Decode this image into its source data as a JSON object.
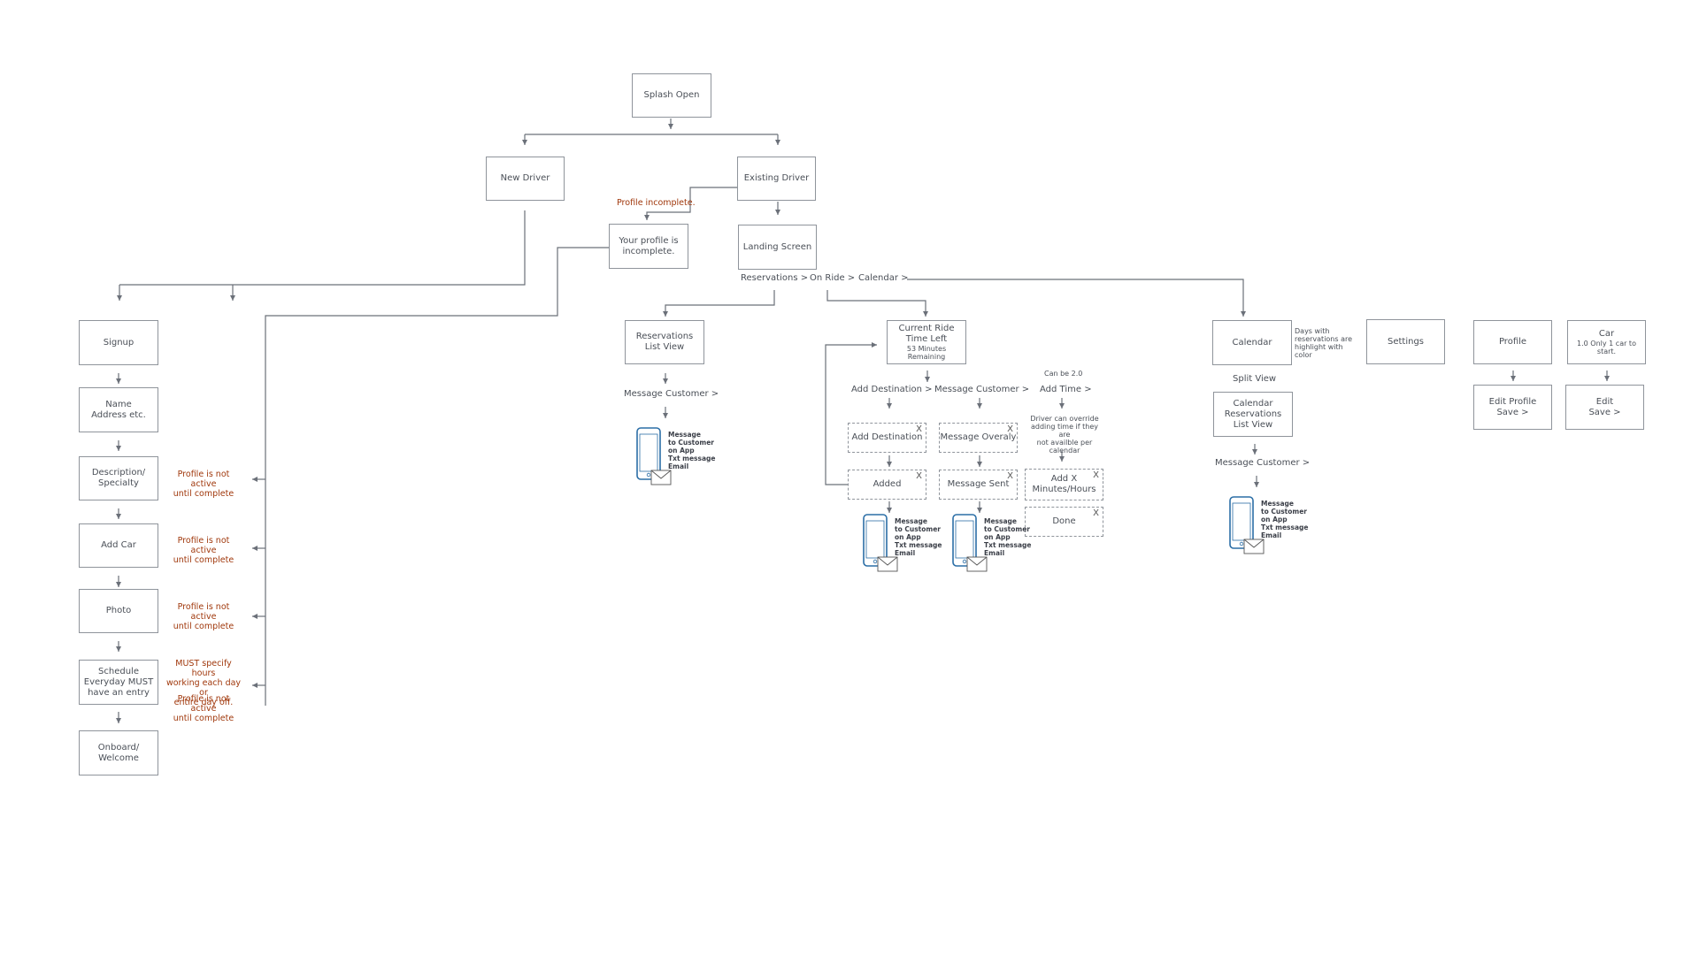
{
  "colors": {
    "line": "#6b7079",
    "border": "#8f949b",
    "warning": "#a0380c",
    "phone": "#2b6ea6"
  },
  "nodes": {
    "splash": "Splash Open",
    "new_driver": "New Driver",
    "existing_driver": "Existing Driver",
    "profile_incomplete": "Your profile is\nincomplete.",
    "landing": "Landing Screen",
    "signup": "Signup",
    "name": "Name\nAddress etc.",
    "description": "Description/\nSpecialty",
    "add_car": "Add Car",
    "photo": "Photo",
    "schedule": "Schedule\nEveryday MUST\nhave an entry",
    "onboard": "Onboard/\nWelcome",
    "reservations_list": "Reservations\nList View",
    "current_ride": "Current Ride\nTime Left",
    "current_ride_sub": "53 Minutes Remaining",
    "add_destination_box": "Add Destination",
    "added": "Added",
    "message_overlay": "Message Overaly",
    "message_sent": "Message Sent",
    "add_x_minutes": "Add X\nMinutes/Hours",
    "done": "Done",
    "calendar": "Calendar",
    "calendar_reservations": "Calendar\nReservations\nList View",
    "settings": "Settings",
    "profile": "Profile",
    "edit_profile": "Edit Profile\nSave >",
    "car": "Car",
    "car_sub": "1.0 Only 1 car to\nstart.",
    "edit_car": "Edit\nSave >",
    "close_mark": "X"
  },
  "labels": {
    "profile_incomplete_note": "Profile incomplete.",
    "reservations_link": "Reservations >",
    "on_ride_link": "On Ride >",
    "calendar_link": "Calendar >",
    "message_customer": "Message Customer >",
    "add_destination": "Add Destination >",
    "add_time": "Add Time >",
    "can_be_20": "Can be 2.0",
    "driver_override": "Driver can override\nadding time if they are\nnot availble per\ncalendar",
    "split_view": "Split View",
    "calendar_note": "Days with\nreservations are\nhighlight with\ncolor"
  },
  "warnings": {
    "not_active": "Profile is not active\nuntil complete",
    "must_specify": "MUST specify hours\nworking each day or\nentire day off."
  },
  "phone_text": "Message\nto Customer\non App\nTxt message\nEmail"
}
